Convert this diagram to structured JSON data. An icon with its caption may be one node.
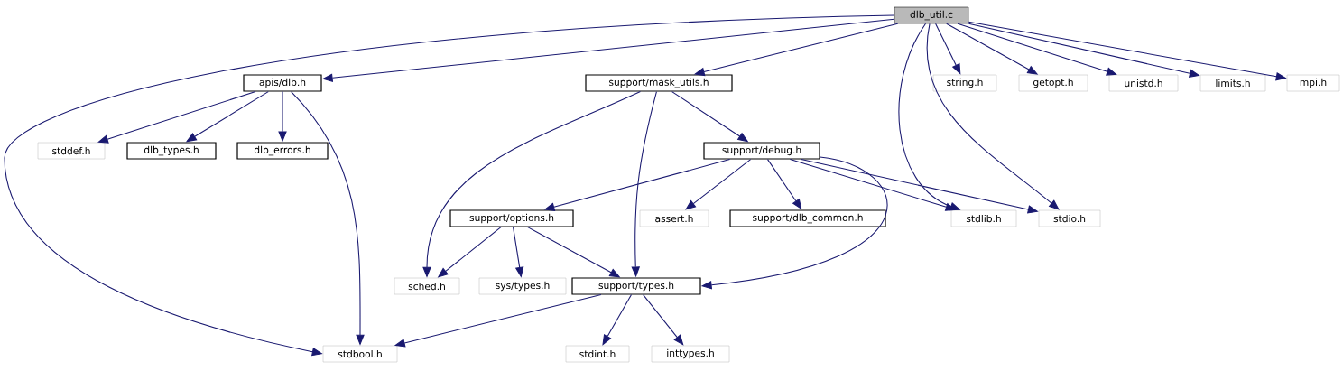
{
  "diagram": {
    "nodes": [
      {
        "text": [
          "dlb_util.c"
        ]
      },
      {
        "text": [
          "apis/dlb.h"
        ]
      },
      {
        "text": [
          "support/mask_utils.h"
        ]
      },
      {
        "text": [
          "string.h"
        ]
      },
      {
        "text": [
          "getopt.h"
        ]
      },
      {
        "text": [
          "unistd.h"
        ]
      },
      {
        "text": [
          "limits.h"
        ]
      },
      {
        "text": [
          "mpi.h"
        ]
      },
      {
        "text": [
          "stddef.h"
        ]
      },
      {
        "text": [
          "dlb_types.h"
        ]
      },
      {
        "text": [
          "dlb_errors.h"
        ]
      },
      {
        "text": [
          "support/debug.h"
        ]
      },
      {
        "text": [
          "support/options.h"
        ]
      },
      {
        "text": [
          "assert.h"
        ]
      },
      {
        "text": [
          "support/dlb_common.h"
        ]
      },
      {
        "text": [
          "stdlib.h"
        ]
      },
      {
        "text": [
          "stdio.h"
        ]
      },
      {
        "text": [
          "sched.h"
        ]
      },
      {
        "text": [
          "sys/types.h"
        ]
      },
      {
        "text": [
          "support/types.h"
        ]
      },
      {
        "text": [
          "stdbool.h"
        ]
      },
      {
        "text": [
          "stdint.h"
        ]
      },
      {
        "text": [
          "inttypes.h"
        ]
      }
    ],
    "edges": [
      {
        "from": 0,
        "to": 1,
        "arrow": "to"
      },
      {
        "from": 0,
        "to": 2,
        "arrow": "to"
      },
      {
        "from": 0,
        "to": 3,
        "arrow": "to"
      },
      {
        "from": 0,
        "to": 4,
        "arrow": "to"
      },
      {
        "from": 0,
        "to": 5,
        "arrow": "to"
      },
      {
        "from": 0,
        "to": 6,
        "arrow": "to"
      },
      {
        "from": 0,
        "to": 7,
        "arrow": "to"
      },
      {
        "from": 0,
        "to": 15,
        "arrow": "to"
      },
      {
        "from": 0,
        "to": 16,
        "arrow": "to"
      },
      {
        "from": 0,
        "to": 20,
        "arrow": "to"
      },
      {
        "from": 1,
        "to": 8,
        "arrow": "to"
      },
      {
        "from": 1,
        "to": 9,
        "arrow": "to"
      },
      {
        "from": 1,
        "to": 10,
        "arrow": "to"
      },
      {
        "from": 1,
        "to": 20,
        "arrow": "to"
      },
      {
        "from": 2,
        "to": 11,
        "arrow": "to"
      },
      {
        "from": 2,
        "to": 17,
        "arrow": "to"
      },
      {
        "from": 2,
        "to": 19,
        "arrow": "to"
      },
      {
        "from": 11,
        "to": 12,
        "arrow": "to"
      },
      {
        "from": 11,
        "to": 13,
        "arrow": "to"
      },
      {
        "from": 11,
        "to": 14,
        "arrow": "to"
      },
      {
        "from": 11,
        "to": 15,
        "arrow": "to"
      },
      {
        "from": 11,
        "to": 16,
        "arrow": "to"
      },
      {
        "from": 11,
        "to": 19,
        "arrow": "to"
      },
      {
        "from": 12,
        "to": 17,
        "arrow": "to"
      },
      {
        "from": 12,
        "to": 18,
        "arrow": "to"
      },
      {
        "from": 12,
        "to": 19,
        "arrow": "to"
      },
      {
        "from": 19,
        "to": 20,
        "arrow": "to"
      },
      {
        "from": 19,
        "to": 21,
        "arrow": "to"
      },
      {
        "from": 19,
        "to": 22,
        "arrow": "to"
      }
    ]
  }
}
